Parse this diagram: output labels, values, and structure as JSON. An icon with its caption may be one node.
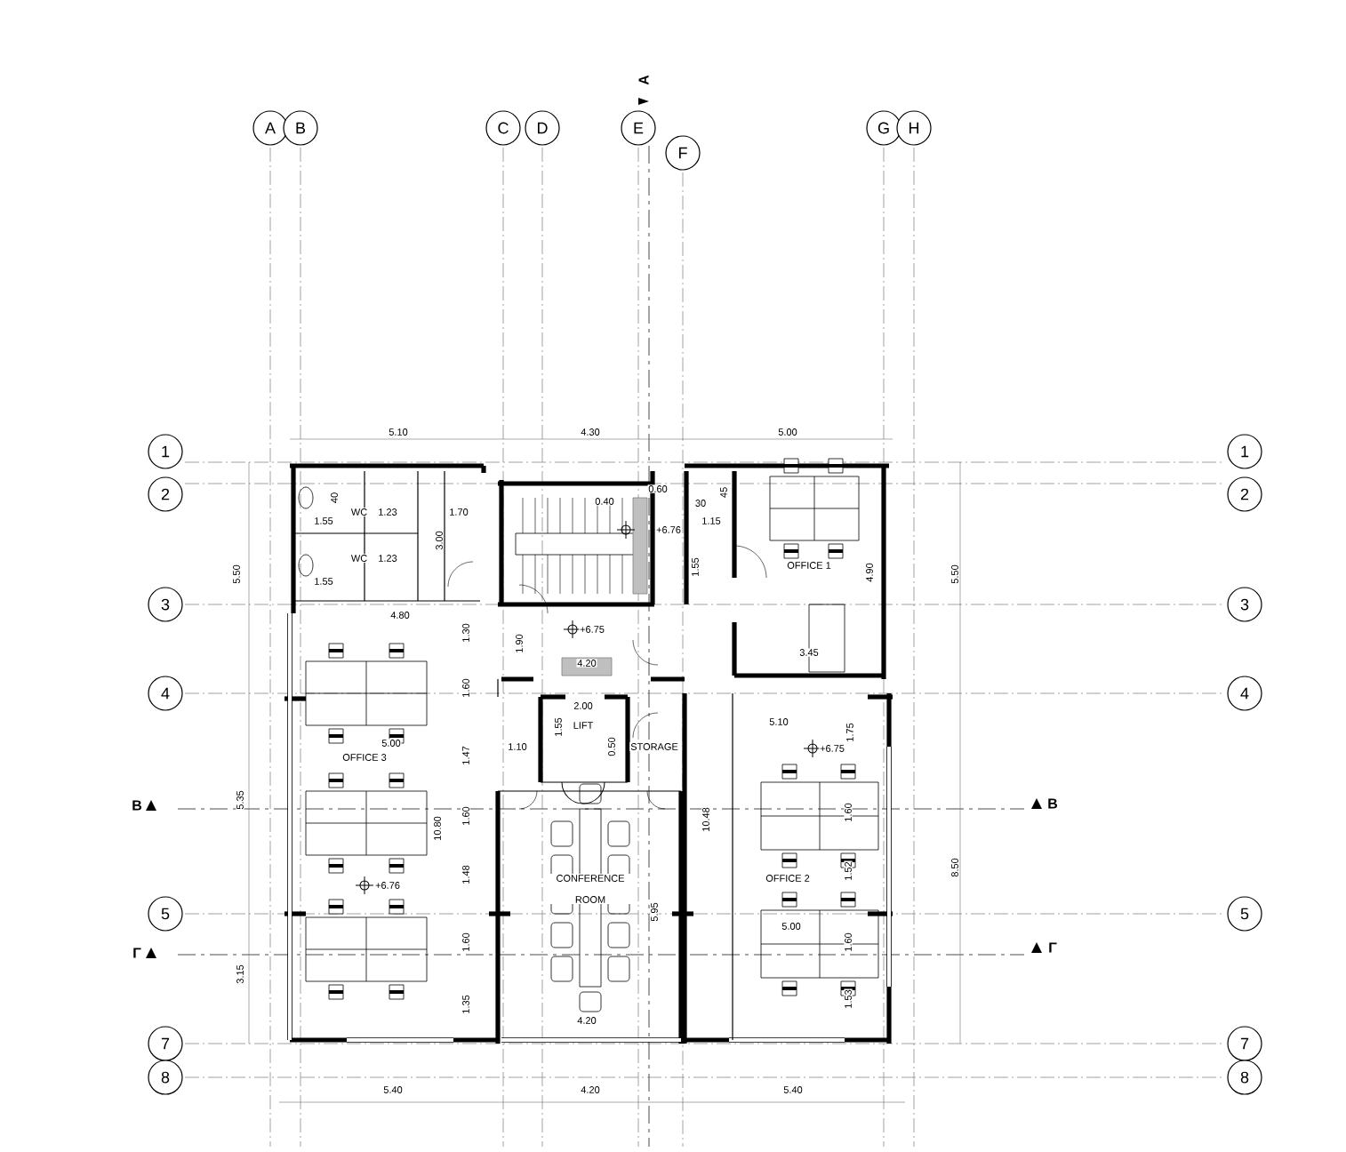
{
  "diagram": {
    "nodes": [
      {
        "text": [
          "A"
        ]
      },
      {
        "text": [
          "B"
        ]
      },
      {
        "text": [
          "C"
        ]
      },
      {
        "text": [
          "D"
        ]
      },
      {
        "text": [
          "E"
        ]
      },
      {
        "text": [
          "F"
        ]
      },
      {
        "text": [
          "G"
        ]
      },
      {
        "text": [
          "H"
        ]
      },
      {
        "text": [
          "1"
        ]
      },
      {
        "text": [
          "2"
        ]
      },
      {
        "text": [
          "3"
        ]
      },
      {
        "text": [
          "4"
        ]
      },
      {
        "text": [
          "5"
        ]
      },
      {
        "text": [
          "7"
        ]
      },
      {
        "text": [
          "8"
        ]
      },
      {
        "text": [
          "1"
        ]
      },
      {
        "text": [
          "2"
        ]
      },
      {
        "text": [
          "3"
        ]
      },
      {
        "text": [
          "4"
        ]
      },
      {
        "text": [
          "5"
        ]
      },
      {
        "text": [
          "7"
        ]
      },
      {
        "text": [
          "8"
        ]
      }
    ],
    "labels": [
      "A",
      "5.10",
      "4.30",
      "5.00",
      "40",
      "0.40",
      "0.60",
      "30",
      "45",
      "1.55",
      "WC",
      "1.23",
      "1.70",
      "+6.76",
      "1.15",
      "3.00",
      "5.50",
      "1.55",
      "WC",
      "1.23",
      "1.55",
      "OFFICE 1",
      "4.90",
      "5.50",
      "4.80",
      "1.30",
      "1.90",
      "+6.75",
      "4.20",
      "3.45",
      "1.60",
      "2.00",
      "5.00",
      "OFFICE 3",
      "1.47",
      "1.10",
      "1.55",
      "LIFT",
      "0.50",
      "STORAGE",
      "5.10",
      "+6.75",
      "1.75",
      "B",
      "5.35",
      "10.80",
      "1.60",
      "10.48",
      "1.60",
      "B",
      "+6.76",
      "1.48",
      "CONFERENCE ROOM",
      "OFFICE 2",
      "1.52",
      "8.50",
      "5.95",
      "5.00",
      "Γ",
      "1.60",
      "1.60",
      "Γ",
      "3.15",
      "1.35",
      "1.53",
      "4.20",
      "5.40",
      "4.20",
      "5.40"
    ]
  }
}
